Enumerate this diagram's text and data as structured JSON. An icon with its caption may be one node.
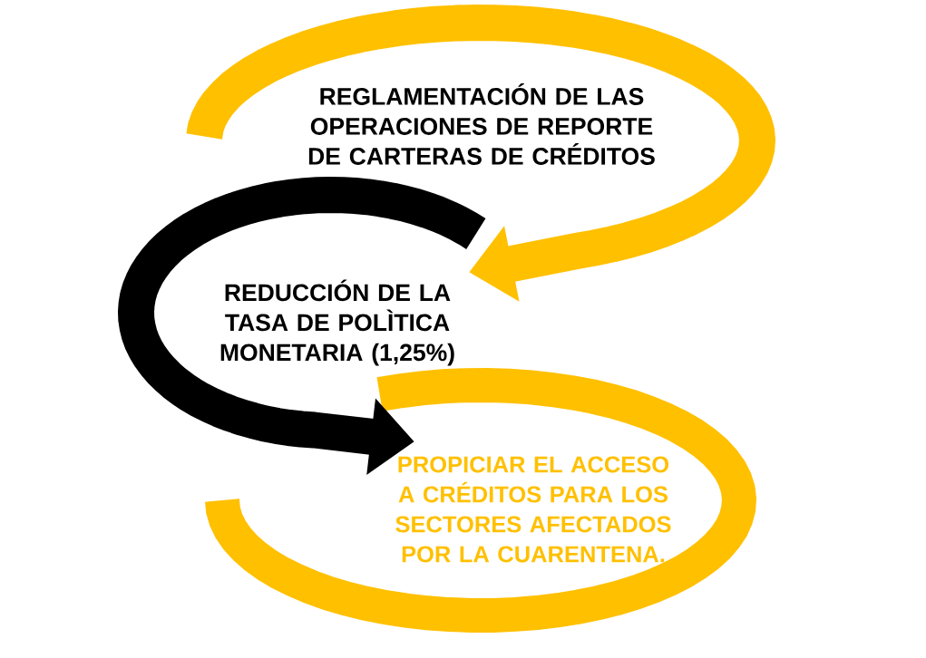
{
  "diagram": {
    "nodes": [
      {
        "text": [
          "REGLAMENTACIÓN DE LAS OPERACIONES DE REPORTE DE CARTERAS DE CRÉDITOS"
        ]
      },
      {
        "text": [
          "REDUCCIÓN DE LA TASA DE POLÌTICA MONETARIA (1,25%)"
        ]
      },
      {
        "text": [
          "PROPICIAR EL ACCESO A CRÉDITOS PARA LOS SECTORES AFECTADOS POR LA CUARENTENA."
        ]
      }
    ],
    "edges": [
      {
        "from": null,
        "to": 1,
        "arrow": "to",
        "color": "#ffc000"
      },
      {
        "from": null,
        "to": 2,
        "arrow": "to",
        "color": "#000000"
      }
    ]
  }
}
